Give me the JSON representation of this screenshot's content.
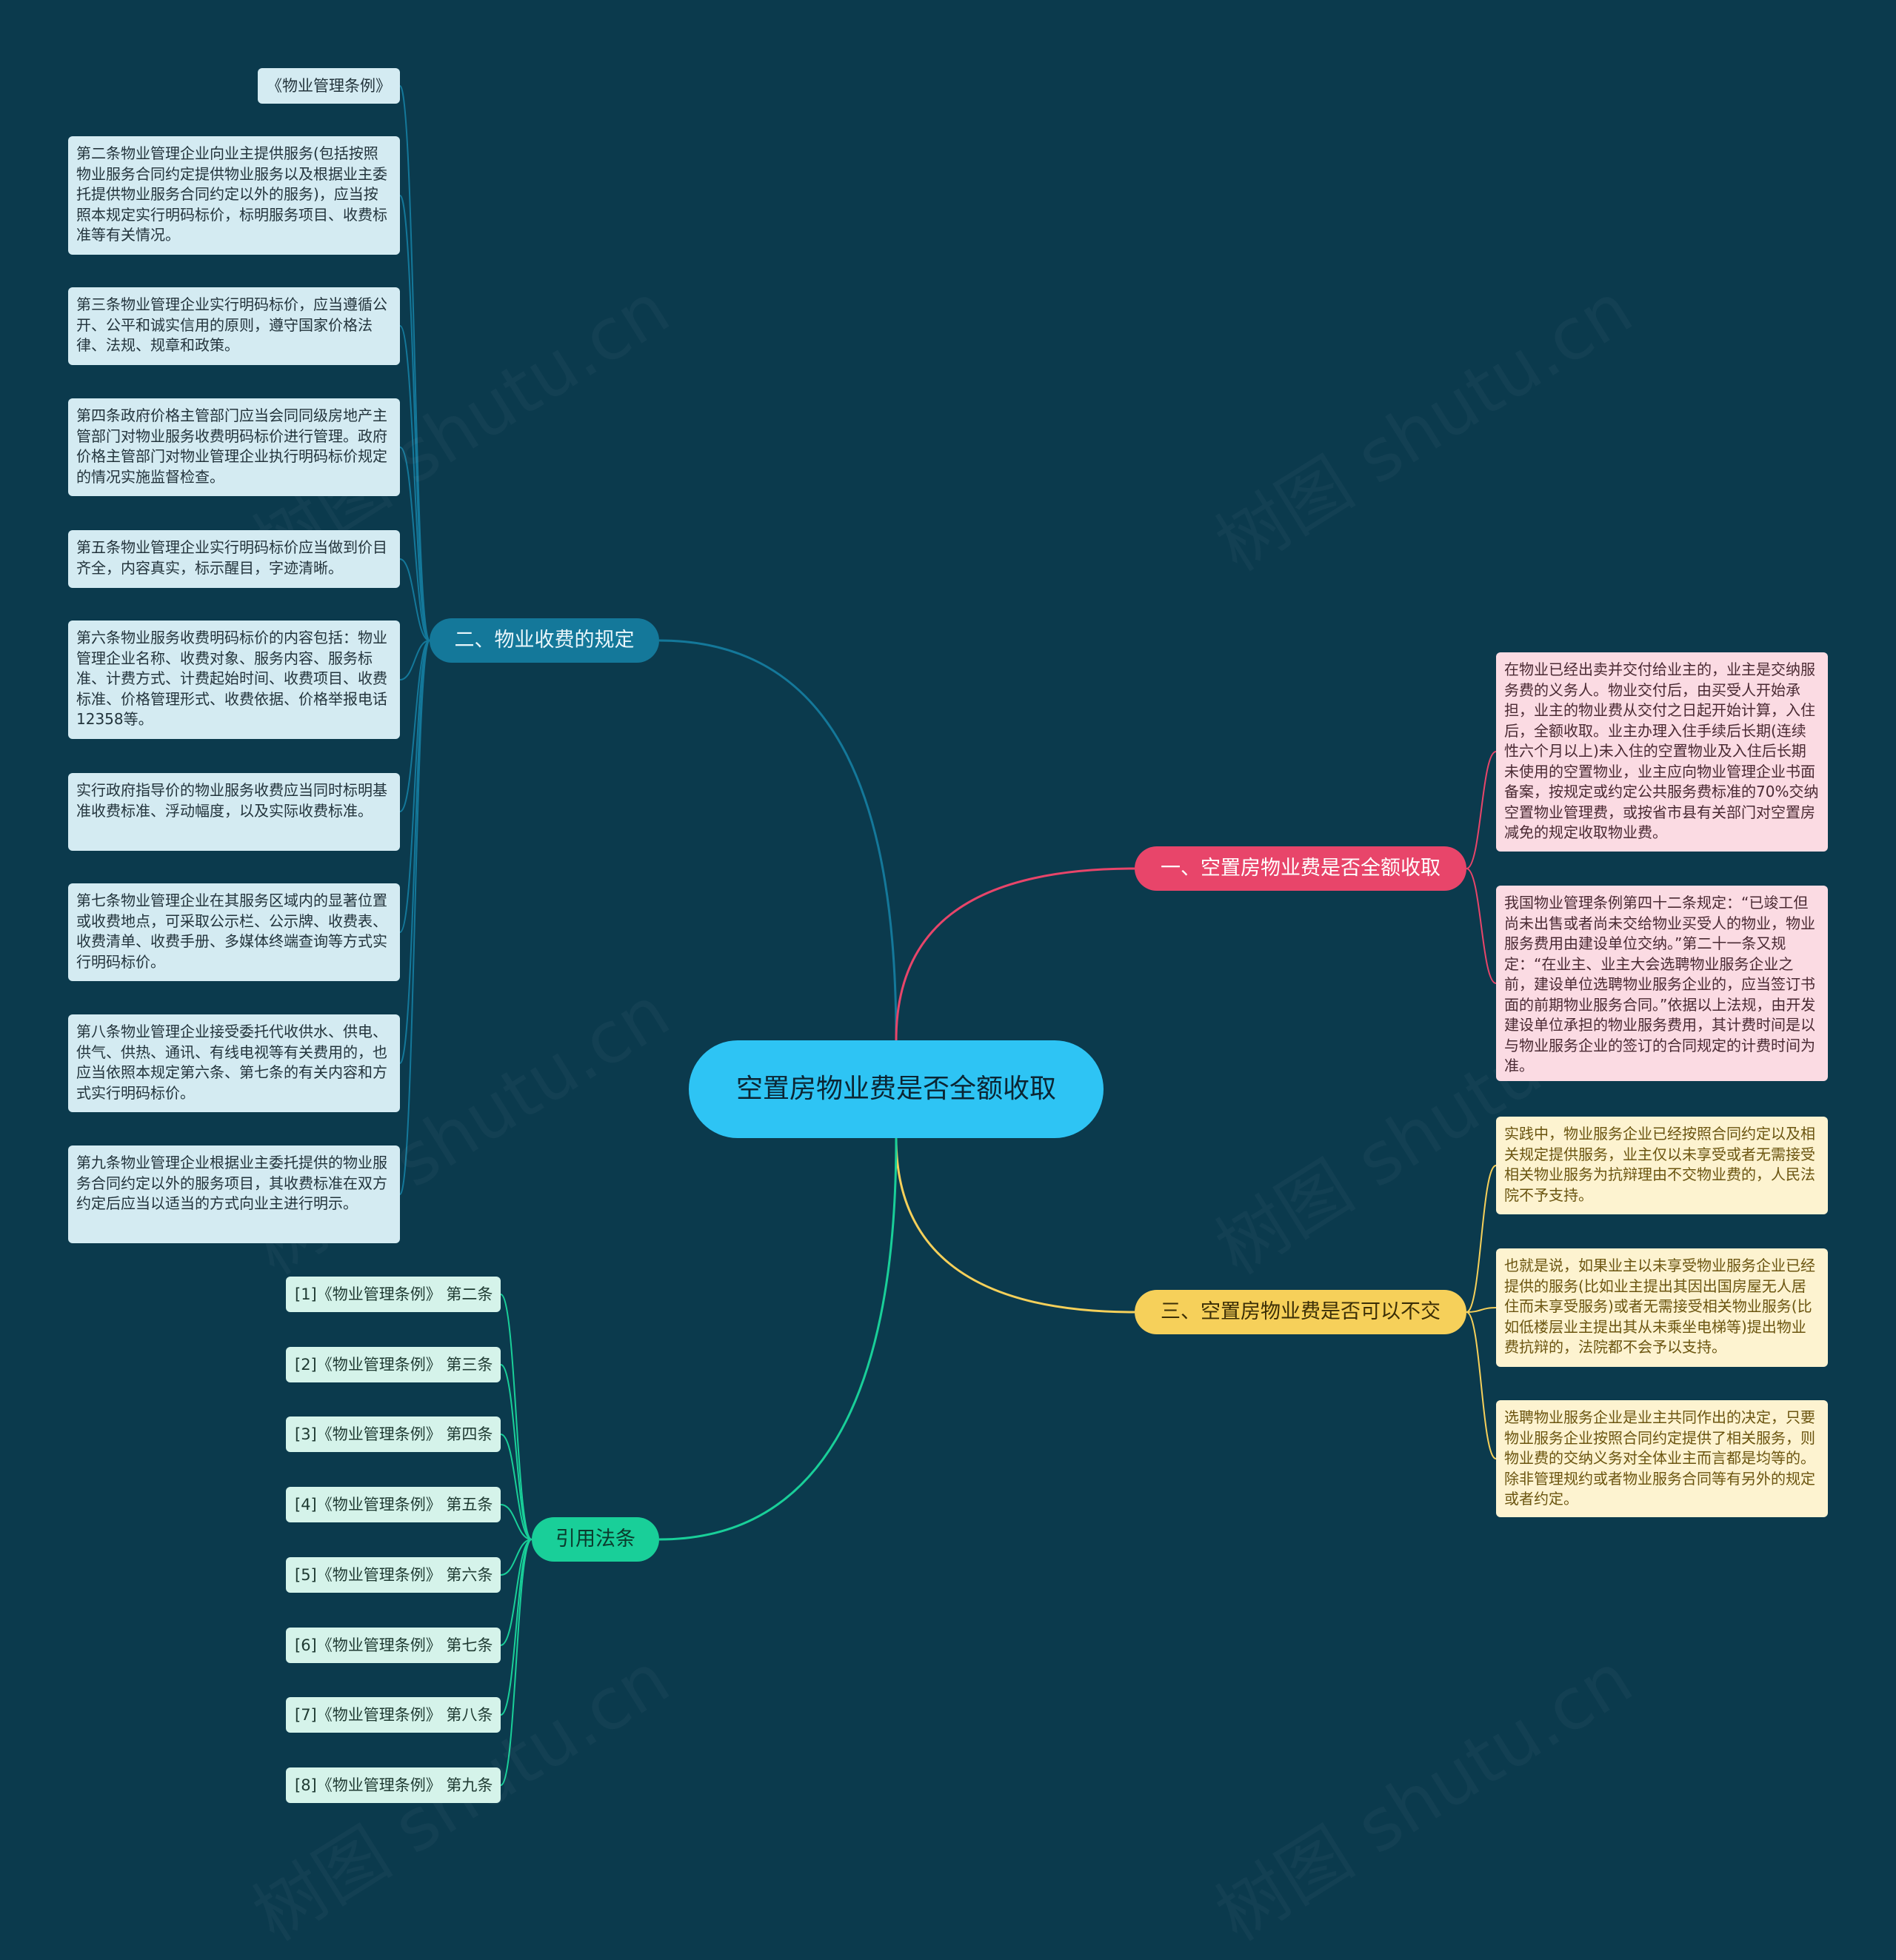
{
  "root": {
    "title": "空置房物业费是否全额收取"
  },
  "colors": {
    "background": "#0b3a4d",
    "root": "#2ec4f4",
    "branch_blue": "#14789a",
    "branch_pink": "#e8456a",
    "branch_yellow": "#f6d05a",
    "branch_green": "#19cf99"
  },
  "branches": {
    "rules": {
      "label": "二、物业收费的规定",
      "items": [
        "《物业管理条例》",
        "第二条物业管理企业向业主提供服务(包括按照物业服务合同约定提供物业服务以及根据业主委托提供物业服务合同约定以外的服务)，应当按照本规定实行明码标价，标明服务项目、收费标准等有关情况。",
        "第三条物业管理企业实行明码标价，应当遵循公开、公平和诚实信用的原则，遵守国家价格法律、法规、规章和政策。",
        "第四条政府价格主管部门应当会同同级房地产主管部门对物业服务收费明码标价进行管理。政府价格主管部门对物业管理企业执行明码标价规定的情况实施监督检查。",
        "第五条物业管理企业实行明码标价应当做到价目齐全，内容真实，标示醒目，字迹清晰。",
        "第六条物业服务收费明码标价的内容包括：物业管理企业名称、收费对象、服务内容、服务标准、计费方式、计费起始时间、收费项目、收费标准、价格管理形式、收费依据、价格举报电话12358等。",
        "实行政府指导价的物业服务收费应当同时标明基准收费标准、浮动幅度，以及实际收费标准。",
        "第七条物业管理企业在其服务区域内的显著位置或收费地点，可采取公示栏、公示牌、收费表、收费清单、收费手册、多媒体终端查询等方式实行明码标价。",
        "第八条物业管理企业接受委托代收供水、供电、供气、供热、通讯、有线电视等有关费用的，也应当依照本规定第六条、第七条的有关内容和方式实行明码标价。",
        "第九条物业管理企业根据业主委托提供的物业服务合同约定以外的服务项目，其收费标准在双方约定后应当以适当的方式向业主进行明示。"
      ]
    },
    "full": {
      "label": "一、空置房物业费是否全额收取",
      "items": [
        "在物业已经出卖并交付给业主的，业主是交纳服务费的义务人。物业交付后，由买受人开始承担，业主的物业费从交付之日起开始计算，入住后，全额收取。业主办理入住手续后长期(连续性六个月以上)未入住的空置物业及入住后长期未使用的空置物业，业主应向物业管理企业书面备案，按规定或约定公共服务费标准的70%交纳空置物业管理费，或按省市县有关部门对空置房减免的规定收取物业费。",
        "我国物业管理条例第四十二条规定：“已竣工但尚未出售或者尚未交给物业买受人的物业，物业服务费用由建设单位交纳。”第二十一条又规定：“在业主、业主大会选聘物业服务企业之前，建设单位选聘物业服务企业的，应当签订书面的前期物业服务合同。”依据以上法规，由开发建设单位承担的物业服务费用，其计费时间是以与物业服务企业的签订的合同规定的计费时间为准。"
      ]
    },
    "refuse": {
      "label": "三、空置房物业费是否可以不交",
      "items": [
        "实践中，物业服务企业已经按照合同约定以及相关规定提供服务，业主仅以未享受或者无需接受相关物业服务为抗辩理由不交物业费的，人民法院不予支持。",
        "也就是说，如果业主以未享受物业服务企业已经提供的服务(比如业主提出其因出国房屋无人居住而未享受服务)或者无需接受相关物业服务(比如低楼层业主提出其从未乘坐电梯等)提出物业费抗辩的，法院都不会予以支持。",
        "选聘物业服务企业是业主共同作出的决定，只要物业服务企业按照合同约定提供了相关服务，则物业费的交纳义务对全体业主而言都是均等的。除非管理规约或者物业服务合同等有另外的规定或者约定。"
      ]
    },
    "citations": {
      "label": "引用法条",
      "items": [
        "[1]《物业管理条例》 第二条",
        "[2]《物业管理条例》 第三条",
        "[3]《物业管理条例》 第四条",
        "[4]《物业管理条例》 第五条",
        "[5]《物业管理条例》 第六条",
        "[6]《物业管理条例》 第七条",
        "[7]《物业管理条例》 第八条",
        "[8]《物业管理条例》 第九条"
      ]
    }
  },
  "watermark": "树图 shutu.cn"
}
